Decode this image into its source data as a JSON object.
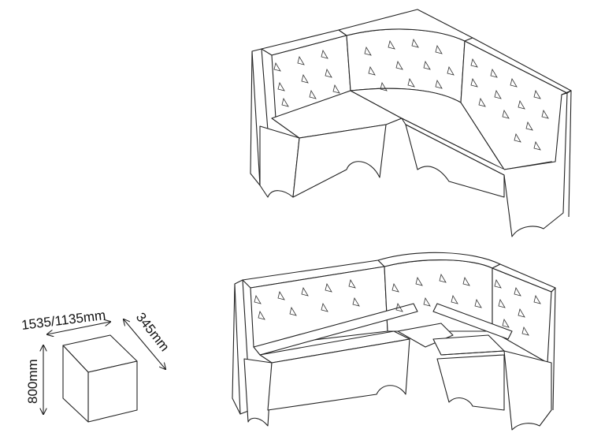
{
  "title": "Corner bench with storage - dimensions",
  "dimensions": {
    "width": "1535/1135mm",
    "depth": "345mm",
    "height": "800mm"
  },
  "views": [
    "corner-bench-closed",
    "corner-bench-open-storage"
  ]
}
